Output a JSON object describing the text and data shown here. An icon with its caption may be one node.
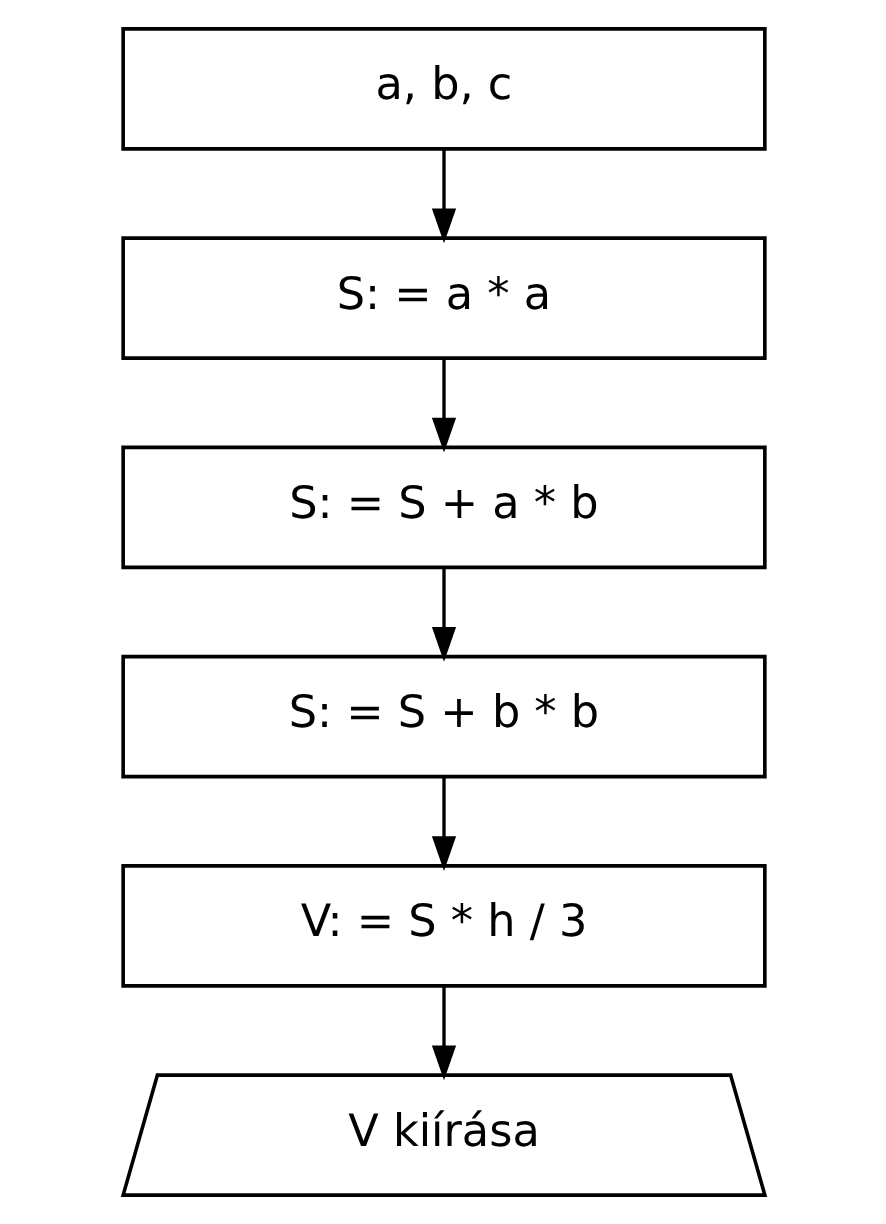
{
  "diagram": {
    "nodes": [
      {
        "text": [
          "a, b, c"
        ]
      },
      {
        "text": [
          "S: = a * a"
        ]
      },
      {
        "text": [
          "S: = S + a * b"
        ]
      },
      {
        "text": [
          "S: = S + b * b"
        ]
      },
      {
        "text": [
          "V: = S * h / 3"
        ]
      },
      {
        "text": [
          "V kiírása"
        ]
      }
    ],
    "edges": [
      {
        "from": 0,
        "to": 1,
        "arrow": "to"
      },
      {
        "from": 1,
        "to": 2,
        "arrow": "to"
      },
      {
        "from": 2,
        "to": 3,
        "arrow": "to"
      },
      {
        "from": 3,
        "to": 4,
        "arrow": "to"
      },
      {
        "from": 4,
        "to": 5,
        "arrow": "to"
      }
    ]
  }
}
